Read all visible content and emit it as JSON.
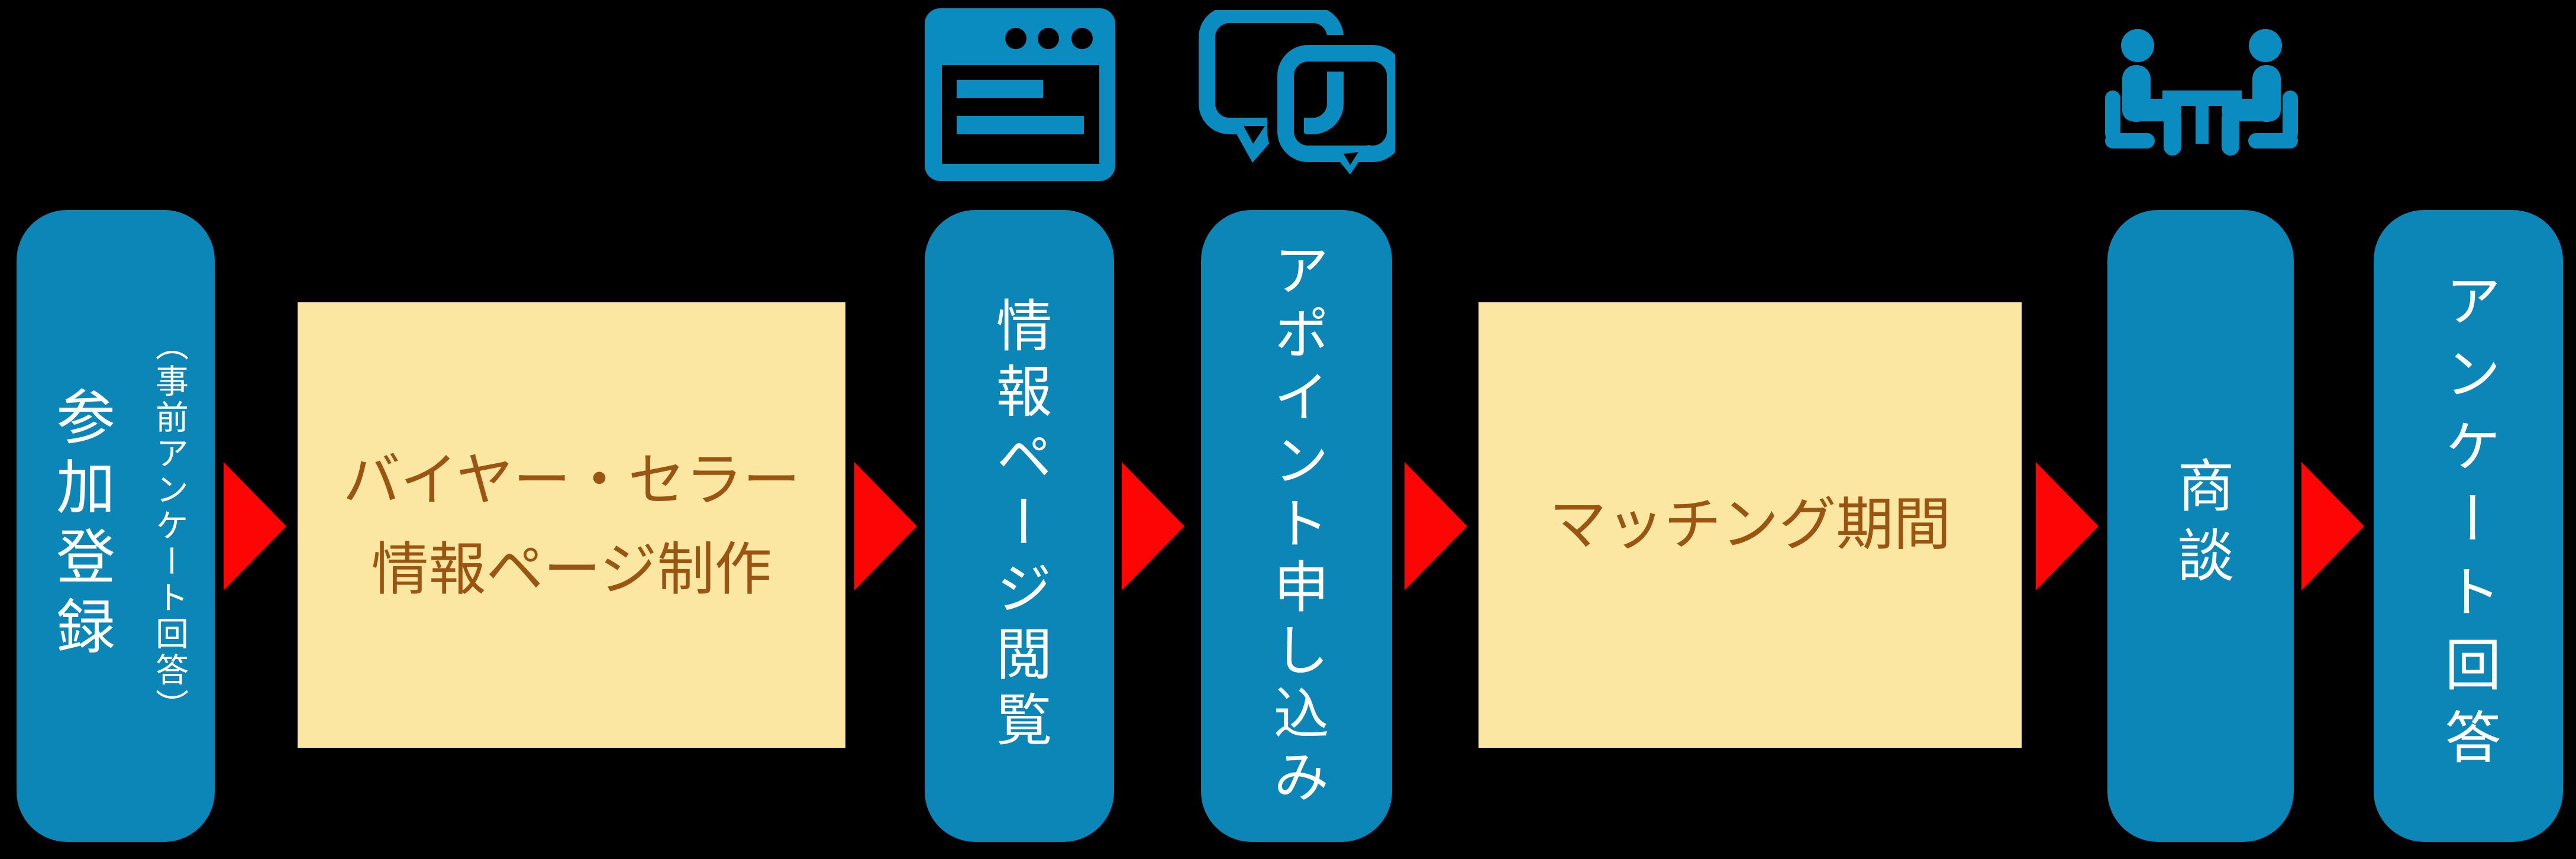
{
  "colors": {
    "background": "#000000",
    "box_blue": "#0c85b7",
    "icon_blue": "#0a8cc0",
    "box_yellow": "#fbe7a2",
    "arrow_red": "#fd0505",
    "text_white": "#ffffff",
    "text_brown": "#9a5513"
  },
  "flow": {
    "steps": [
      {
        "label": "参加登録",
        "sublabel": "（事前アンケート回答）"
      },
      {
        "lines": [
          "バイヤー・セラー",
          "情報ページ制作"
        ]
      },
      {
        "icon": "browser-window-icon",
        "label": "情報ページ閲覧"
      },
      {
        "icon": "chat-bubbles-icon",
        "label": "アポイント申し込み"
      },
      {
        "lines": [
          "マッチング期間"
        ]
      },
      {
        "icon": "meeting-table-icon",
        "label": "商談"
      },
      {
        "label": "アンケート回答"
      }
    ],
    "arrow": {
      "direction": "right",
      "count": 6
    }
  }
}
